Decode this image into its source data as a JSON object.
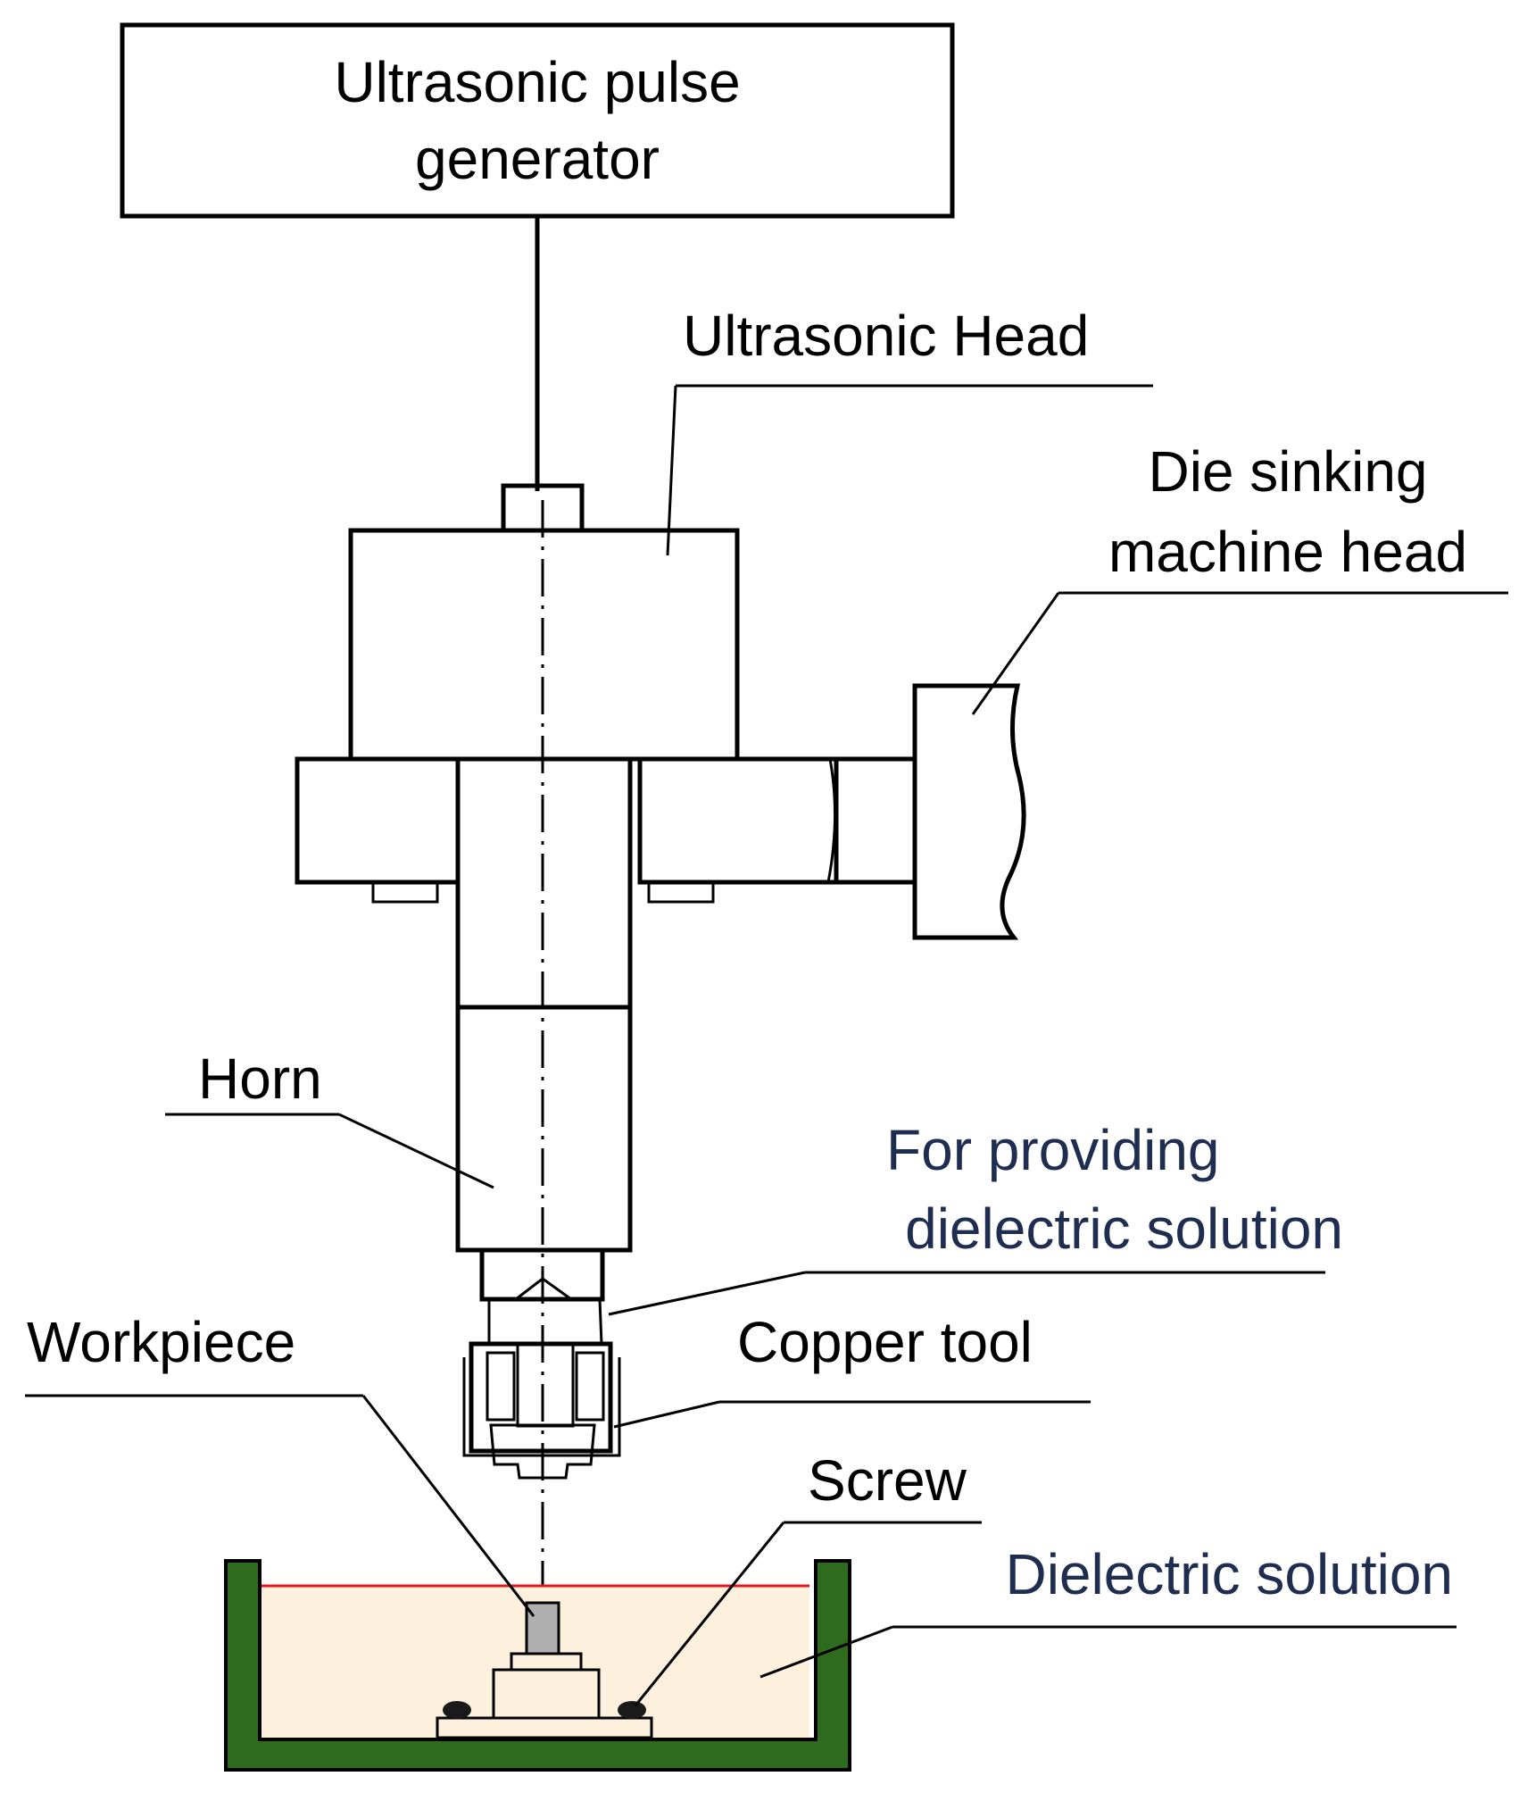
{
  "diagram": {
    "labels": {
      "pulse_generator_line1": "Ultrasonic pulse",
      "pulse_generator_line2": "generator",
      "ultrasonic_head": "Ultrasonic Head",
      "die_sinking_line1": "Die sinking",
      "die_sinking_line2": "machine head",
      "horn": "Horn",
      "providing_line1": "For providing",
      "providing_line2": "dielectric solution",
      "copper_tool": "Copper tool",
      "workpiece": "Workpiece",
      "screw": "Screw",
      "dielectric_solution": "Dielectric solution"
    },
    "colors": {
      "line": "#000000",
      "blue_text": "#1f2d50",
      "tank_wall": "#2e6b1f",
      "liquid": "#fdf0dc",
      "liquid_surface": "#e8151b",
      "copper": "#f4b183",
      "hatch": "#000000",
      "gray_part": "#b0b0b0"
    }
  }
}
